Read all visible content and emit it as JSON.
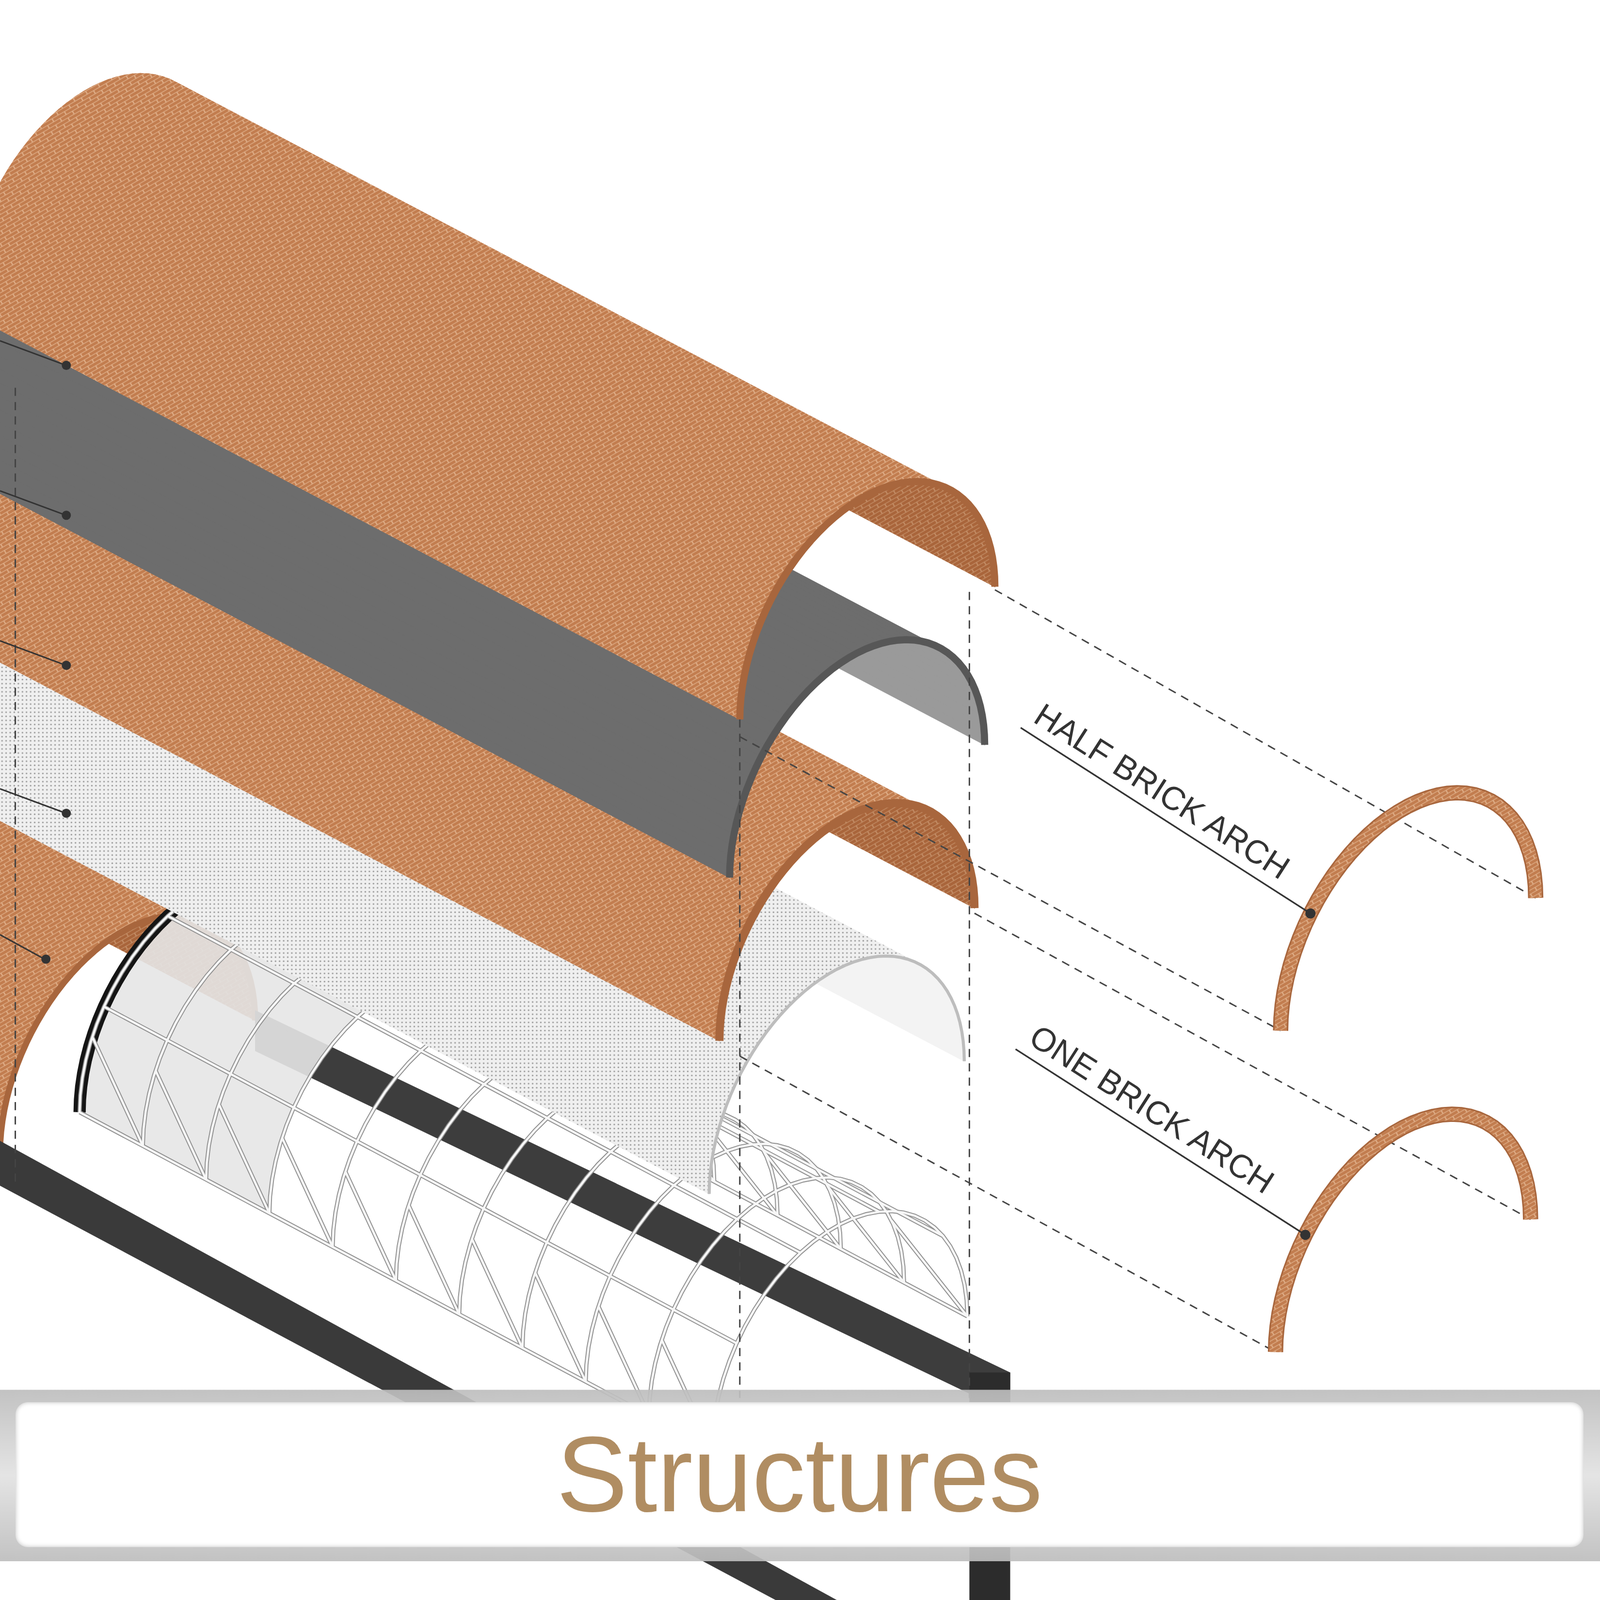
{
  "diagram": {
    "caption": "Structures",
    "labels": [
      "HALF BRICK ARCH",
      "ONE BRICK ARCH"
    ]
  }
}
